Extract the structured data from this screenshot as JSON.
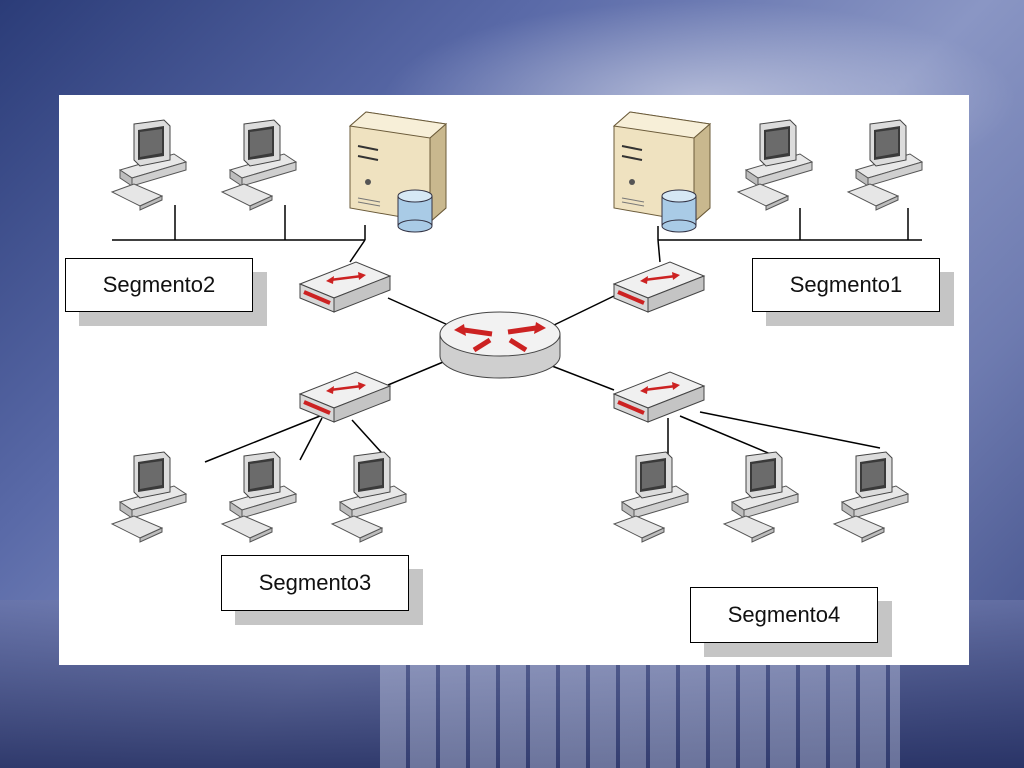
{
  "segments": [
    {
      "id": "seg1",
      "label": "Segmento1"
    },
    {
      "id": "seg2",
      "label": "Segmento2"
    },
    {
      "id": "seg3",
      "label": "Segmento3"
    },
    {
      "id": "seg4",
      "label": "Segmento4"
    }
  ],
  "colors": {
    "router_arrows": "#cc2222",
    "server_body": "#efe2c0",
    "disk": "#a9cbe6",
    "link": "#000000"
  },
  "icons": [
    "pc-icon",
    "server-icon",
    "switch-icon",
    "router-icon",
    "database-icon"
  ]
}
